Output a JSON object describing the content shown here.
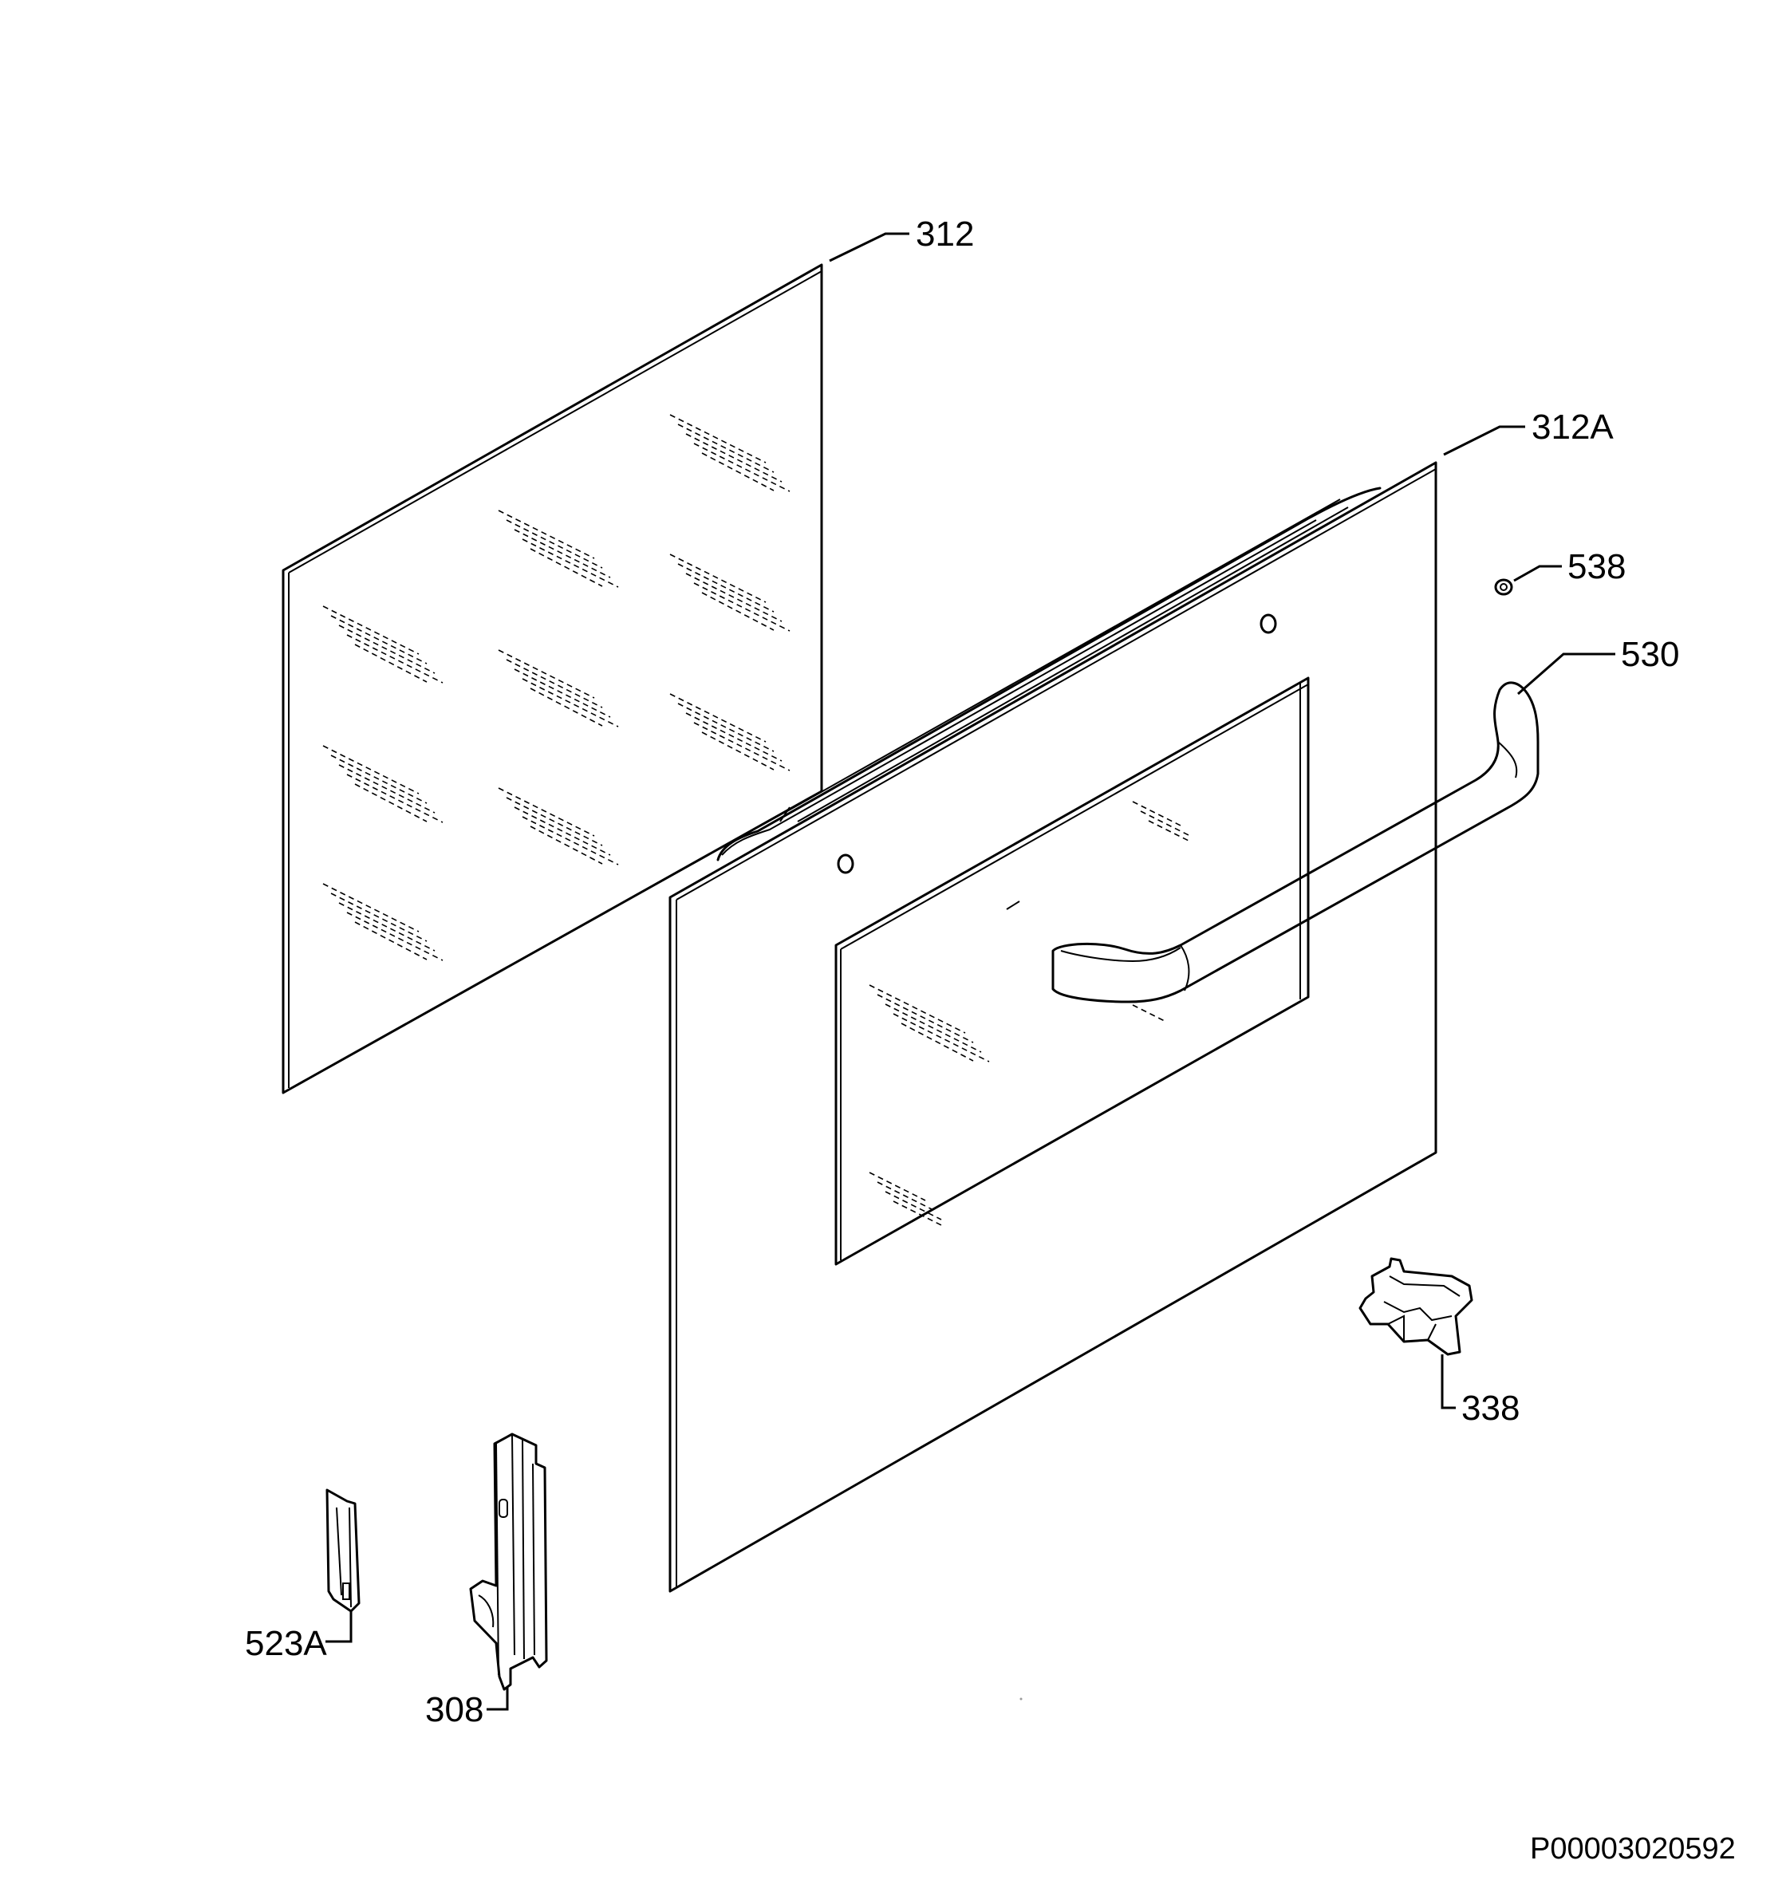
{
  "diagram": {
    "type": "exploded-parts-view",
    "subject": "oven door",
    "parts": [
      {
        "id": "inner-glass",
        "label": "312"
      },
      {
        "id": "outer-door-glass",
        "label": "312A"
      },
      {
        "id": "handle-screw",
        "label": "538"
      },
      {
        "id": "door-handle",
        "label": "530"
      },
      {
        "id": "door-catch",
        "label": "338"
      },
      {
        "id": "hinge-receiver",
        "label": "523A"
      },
      {
        "id": "door-hinge",
        "label": "308"
      }
    ],
    "document_code": "P00003020592"
  }
}
